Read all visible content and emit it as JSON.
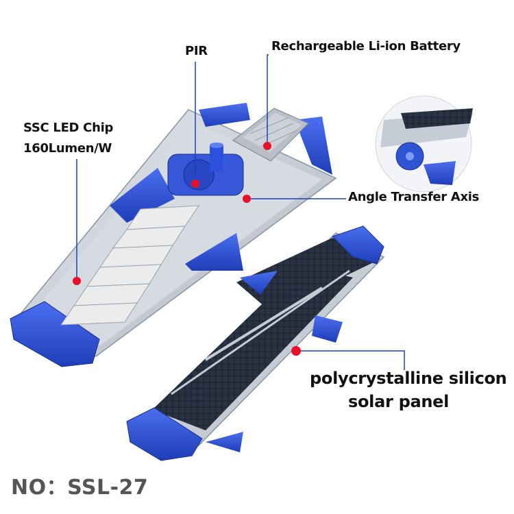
{
  "labels": {
    "pir": "PIR",
    "battery": "Rechargeable Li-ion Battery",
    "led_line1": "SSC LED Chip",
    "led_line2": "160Lumen/W",
    "axis": "Angle Transfer Axis",
    "solar_line1": "polycrystalline silicon",
    "solar_line2": "solar panel"
  },
  "model_number": "NO：SSL-27",
  "colors": {
    "accent_blue": "#2f55d4",
    "leader_blue": "#1f3fbf",
    "marker_red": "#e8102a",
    "frame_silver": "#c9ced6",
    "panel_dark": "#1d2430"
  }
}
